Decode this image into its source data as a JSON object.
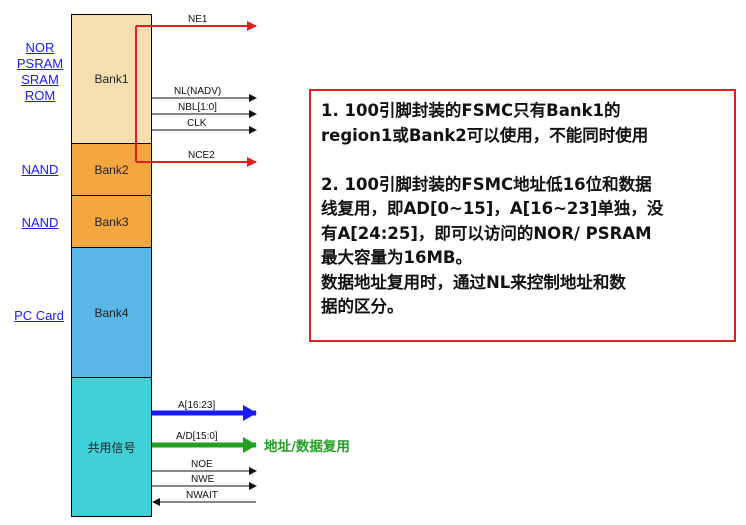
{
  "memory_types": {
    "bank1": [
      "NOR",
      "PSRAM",
      "SRAM",
      "ROM"
    ],
    "bank2": "NAND",
    "bank3": "NAND",
    "bank4": "PC Card"
  },
  "banks": {
    "bank1": "Bank1",
    "bank2": "Bank2",
    "bank3": "Bank3",
    "bank4": "Bank4",
    "shared": "共用信号"
  },
  "signals": {
    "ne1": "NE1",
    "nl_nadv": "NL(NADV)",
    "nbl": "NBL[1:0]",
    "clk": "CLK",
    "nce2": "NCE2",
    "addr": "A[16:23]",
    "ad": "A/D[15:0]",
    "noe": "NOE",
    "nwe": "NWE",
    "nwait": "NWAIT"
  },
  "multiplex_label": "地址/数据复用",
  "notes": {
    "p1": [
      "1. 100引脚封装的FSMC只有Bank1的",
      "region1或Bank2可以使用，不能同时使用"
    ],
    "p2": [
      "2. 100引脚封装的FSMC地址低16位和数据",
      "线复用，即AD[0~15]，A[16~23]单独，没",
      "有A[24:25]，即可以访问的NOR/ PSRAM",
      "最大容量为16MB。"
    ],
    "p3": [
      "数据地址复用时，通过NL来控制地址和数",
      "据的区分。"
    ]
  },
  "colors": {
    "bank1": "#f5deb0",
    "bank23": "#f4a640",
    "bank4": "#5ab8e8",
    "shared": "#3fd0d8",
    "red": "#e02020",
    "blue": "#1a1aff",
    "green": "#22a022"
  }
}
